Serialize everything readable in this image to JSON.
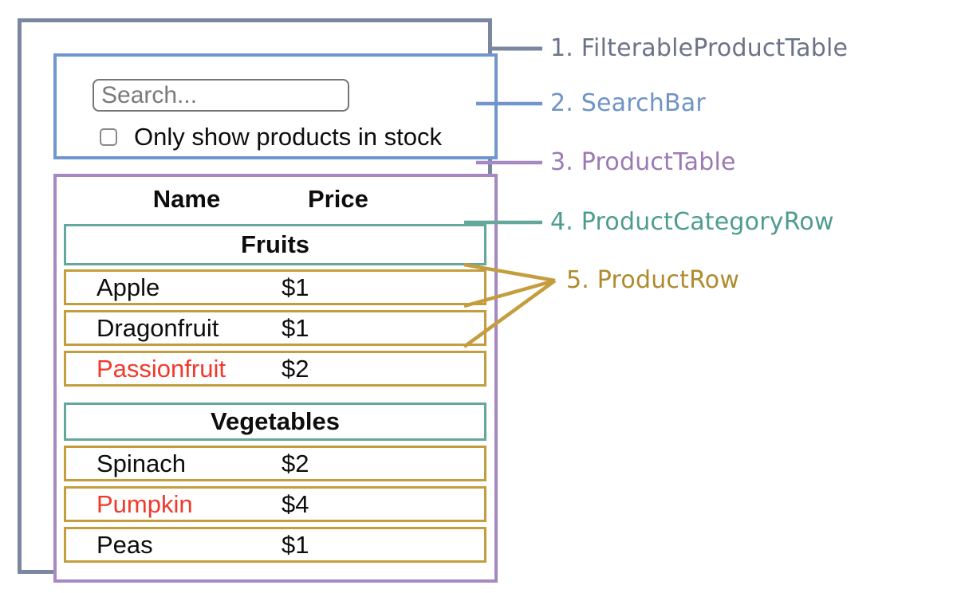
{
  "search_bar": {
    "placeholder": "Search...",
    "checkbox_label": "Only show products in stock",
    "checkbox_checked": false
  },
  "product_table": {
    "column_headers": [
      "Name",
      "Price"
    ],
    "sections": [
      {
        "category": "Fruits",
        "rows": [
          {
            "name": "Apple",
            "price": "$1",
            "in_stock": true
          },
          {
            "name": "Dragonfruit",
            "price": "$1",
            "in_stock": true
          },
          {
            "name": "Passionfruit",
            "price": "$2",
            "in_stock": false
          }
        ]
      },
      {
        "category": "Vegetables",
        "rows": [
          {
            "name": "Spinach",
            "price": "$2",
            "in_stock": true
          },
          {
            "name": "Pumpkin",
            "price": "$4",
            "in_stock": false
          },
          {
            "name": "Peas",
            "price": "$1",
            "in_stock": true
          }
        ]
      }
    ]
  },
  "legend": {
    "items": [
      {
        "text": "1. FilterableProductTable"
      },
      {
        "text": "2. SearchBar"
      },
      {
        "text": "3. ProductTable"
      },
      {
        "text": "4. ProductCategoryRow"
      },
      {
        "text": "5. ProductRow"
      }
    ]
  },
  "colors": {
    "filterable_product_table": "#7b87a1",
    "search_bar": "#6f96ce",
    "product_table": "#a689c2",
    "product_category_row": "#65a89b",
    "product_row": "#c49d3e",
    "out_of_stock_text": "#f2392c",
    "label_1": "#6a7487",
    "label_2": "#6e93c5",
    "label_3": "#9b7ab4",
    "label_4": "#4e9c90",
    "label_5": "#ae8b2d"
  }
}
